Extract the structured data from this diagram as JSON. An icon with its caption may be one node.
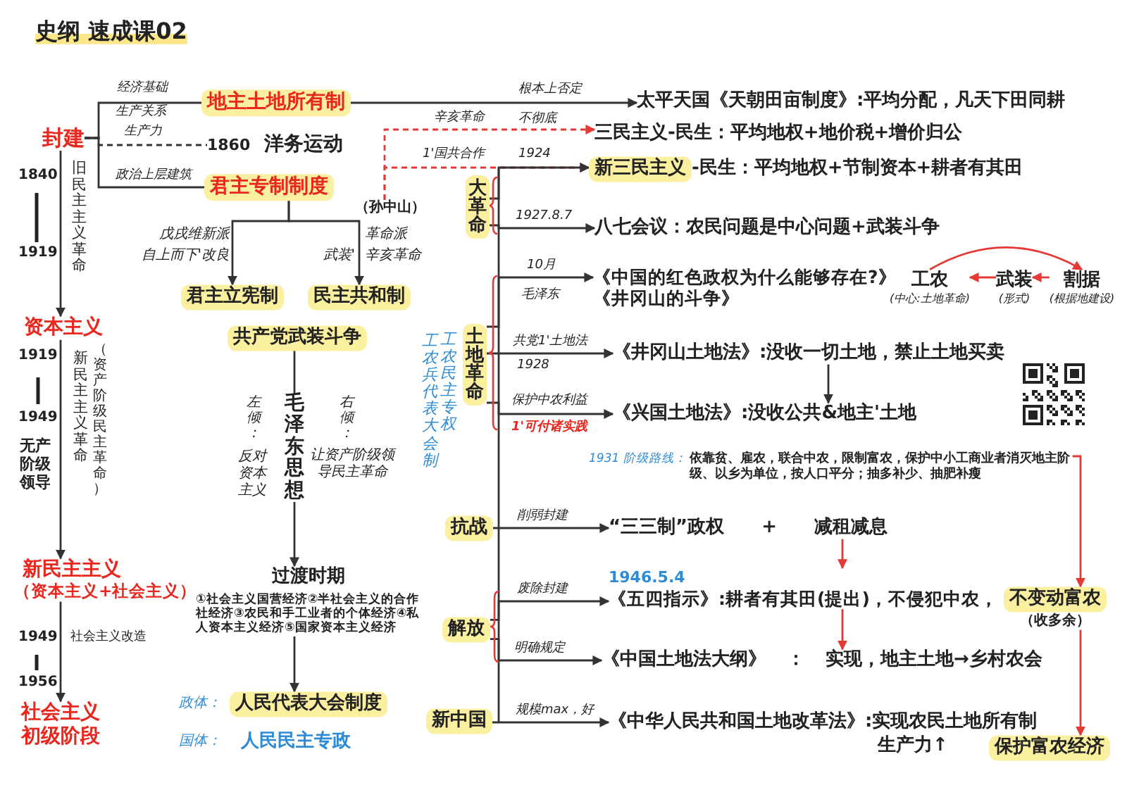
{
  "diagram": {
    "title": "史纲 速成课02",
    "nodes": [
      {
        "text": [
          "封建"
        ]
      },
      {
        "text": [
          "资本主义"
        ]
      },
      {
        "text": [
          "新民主主义",
          "（资本主义+社会主义）"
        ]
      },
      {
        "text": [
          "社会主义初级阶段"
        ]
      },
      {
        "text": [
          "地主土地所有制"
        ]
      },
      {
        "text": [
          "洋务运动"
        ],
        "beside": [
          "1860"
        ]
      },
      {
        "text": [
          "君主专制制度"
        ]
      },
      {
        "text": [
          "（孙中山）"
        ]
      },
      {
        "text": [
          "君主立宪制"
        ]
      },
      {
        "text": [
          "民主共和制"
        ]
      },
      {
        "text": [
          "共产党武装斗争"
        ]
      },
      {
        "text": [
          "毛泽东思想"
        ]
      },
      {
        "text": [
          "过渡时期",
          "①社会主义国营经济②半社会主义的合作社经济③农民和手工业者的个体经济④私人资本主义经济⑤国家资本主义经济"
        ]
      },
      {
        "text": [
          "人民代表大会制度"
        ],
        "beside": [
          "政体："
        ]
      },
      {
        "text": [
          "人民民主专政"
        ],
        "beside": [
          "国体："
        ]
      },
      {
        "text": [
          "太平天国《天朝田亩制度》:平均分配，凡天下田同耕"
        ]
      },
      {
        "text": [
          "三民主义-民生：平均地权+地价税+增价归公"
        ]
      },
      {
        "text": [
          "大革命"
        ]
      },
      {
        "text": [
          "新三民主义",
          "-民生：平均地权+节制资本+耕者有其田"
        ]
      },
      {
        "text": [
          "八七会议：农民问题是中心问题+武装斗争"
        ]
      },
      {
        "text": [
          "土地革命"
        ]
      },
      {
        "text": [
          "《中国的红色政权为什么能够存在?》",
          "《井冈山的斗争》"
        ]
      },
      {
        "text": [
          "工农"
        ],
        "beside": [
          "(中心:土地革命)"
        ]
      },
      {
        "text": [
          "武装"
        ],
        "beside": [
          "(形式)"
        ]
      },
      {
        "text": [
          "割据"
        ],
        "beside": [
          "(根据地建设)"
        ]
      },
      {
        "text": [
          "《井冈山土地法》:没收一切土地，禁止土地买卖"
        ]
      },
      {
        "text": [
          "《兴国土地法》:没收公共&地主'土地"
        ]
      },
      {
        "text": [
          "1931 阶级路线：",
          "依靠贫、雇农，联合中农，限制富农，保护中小工商业者消灭地主阶级、以乡为单位，按人口平分；抽多补少、抽肥补瘦"
        ]
      },
      {
        "text": [
          "抗战"
        ]
      },
      {
        "text": [
          "“三三制”政权 + 减租减息"
        ]
      },
      {
        "text": [
          "解放"
        ]
      },
      {
        "text": [
          "《五四指示》:耕者有其田(提出)，不侵犯中农，"
        ],
        "beside": [
          "1946.5.4"
        ]
      },
      {
        "text": [
          "不变动富农"
        ],
        "beside": [
          "（收多余）"
        ]
      },
      {
        "text": [
          "《中国土地法大纲》 ： 实现，地主土地→乡村农会"
        ]
      },
      {
        "text": [
          "新中国"
        ]
      },
      {
        "text": [
          "《中华人民共和国土地改革法》:实现农民土地所有制",
          "生产力↑"
        ]
      },
      {
        "text": [
          "保护富农经济"
        ]
      }
    ],
    "edges": [
      {
        "from": 0,
        "to": 1,
        "arrow": "to",
        "label": "旧民主主义革命"
      },
      {
        "from": 1,
        "to": 2,
        "arrow": "to",
        "label": "新民主主义革命"
      },
      {
        "from": 2,
        "to": 3,
        "arrow": "to",
        "label": "社会主义改造"
      },
      {
        "from": 0,
        "to": 4,
        "arrow": "none",
        "label": "经济基础"
      },
      {
        "from": 0,
        "to": 5,
        "arrow": "none",
        "label": "生产力",
        "style": "dashed"
      },
      {
        "from": 0,
        "to": 6,
        "arrow": "none",
        "label": "政治上层建筑"
      },
      {
        "from": 6,
        "to": 8,
        "arrow": "to",
        "label": "戊戌维新派"
      },
      {
        "from": 6,
        "to": 9,
        "arrow": "to",
        "label": "革命派"
      },
      {
        "from": 10,
        "to": 11,
        "arrow": "none"
      },
      {
        "from": 11,
        "to": 12,
        "arrow": "to"
      },
      {
        "from": 12,
        "to": 13,
        "arrow": "to"
      },
      {
        "from": 4,
        "to": 15,
        "arrow": "to",
        "label": "根本上否定"
      },
      {
        "from": 7,
        "to": 16,
        "arrow": "to",
        "label": "辛亥革命",
        "style": "dashed",
        "color": "#e53935"
      },
      {
        "from": 7,
        "to": 18,
        "arrow": "to",
        "label": "1'国共合作",
        "style": "dashed",
        "color": "#e53935"
      },
      {
        "from": 17,
        "to": 18,
        "arrow": "to",
        "label": "1924"
      },
      {
        "from": 17,
        "to": 19,
        "arrow": "to",
        "label": "1927.8.7"
      },
      {
        "from": 20,
        "to": 21,
        "arrow": "to",
        "label": "10月"
      },
      {
        "from": 23,
        "to": 22,
        "arrow": "to",
        "color": "#e53935"
      },
      {
        "from": 24,
        "to": 23,
        "arrow": "to",
        "color": "#e53935"
      },
      {
        "from": 22,
        "to": 24,
        "arrow": "to",
        "color": "#e53935"
      },
      {
        "from": 20,
        "to": 25,
        "arrow": "to",
        "label": "共党1'土地法"
      },
      {
        "from": 25,
        "to": 26,
        "arrow": "to"
      },
      {
        "from": 20,
        "to": 26,
        "arrow": "to",
        "label": "保护中农利益"
      },
      {
        "from": 27,
        "to": 32,
        "arrow": "to",
        "color": "#e53935"
      },
      {
        "from": 28,
        "to": 29,
        "arrow": "to",
        "label": "削弱封建"
      },
      {
        "from": 29,
        "to": 31,
        "arrow": "to",
        "color": "#e53935"
      },
      {
        "from": 30,
        "to": 31,
        "arrow": "to",
        "label": "废除封建"
      },
      {
        "from": 31,
        "to": 33,
        "arrow": "to",
        "color": "#e53935"
      },
      {
        "from": 30,
        "to": 33,
        "arrow": "to",
        "label": "明确规定"
      },
      {
        "from": 34,
        "to": 35,
        "arrow": "to",
        "label": "规模max，好"
      },
      {
        "from": 32,
        "to": 36,
        "arrow": "to",
        "color": "#e53935"
      }
    ],
    "labels": [
      "1840",
      "1919",
      "1919",
      "1949",
      "无产阶级领导",
      "（资产阶级民主革命）",
      "1949",
      "1956",
      "生产关系",
      "自上而下'改良",
      "武装'",
      "辛亥革命",
      "左倾：",
      "反对资本主义",
      "右倾：",
      "让资产阶级领导民主革命",
      "不彻底",
      "毛泽东",
      "工农民主专权",
      "工农兵代表大会制",
      "1928",
      "1'可付诸实践"
    ]
  }
}
